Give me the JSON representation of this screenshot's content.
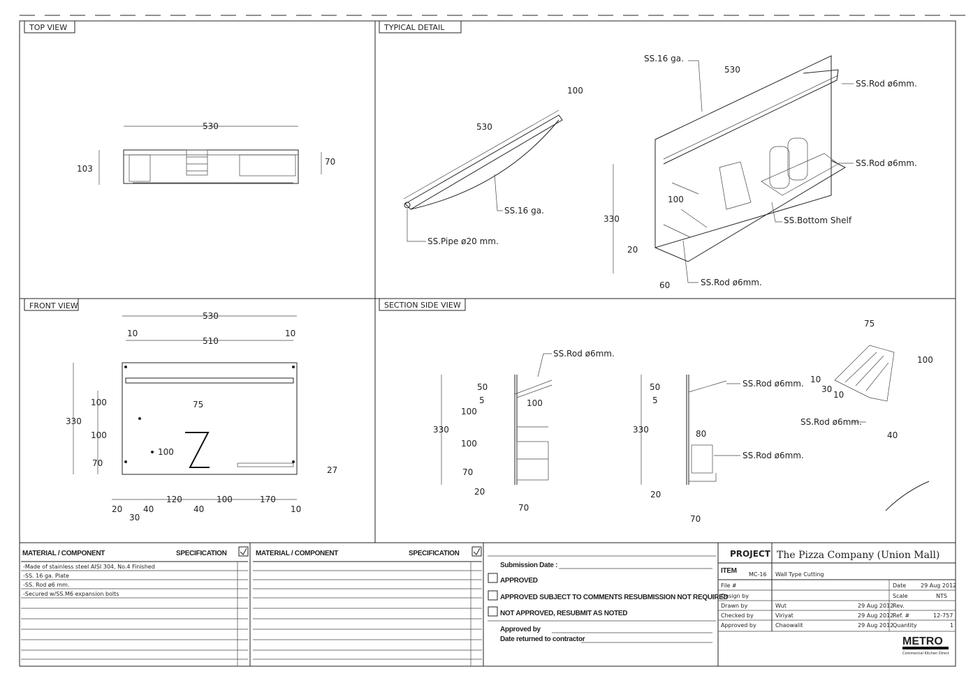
{
  "views": {
    "top": {
      "label": "TOP VIEW",
      "dims": [
        "530",
        "103",
        "70"
      ]
    },
    "typical": {
      "label": "TYPICAL DETAIL",
      "left": {
        "dims": [
          "530",
          "100"
        ],
        "notes": [
          "SS.16 ga.",
          "SS.Pipe ø20 mm."
        ]
      },
      "right": {
        "dims": [
          "530",
          "330",
          "100",
          "20",
          "60"
        ],
        "notes": [
          "SS.16 ga.",
          "SS.Rod ø6mm.",
          "SS.Rod ø6mm.",
          "SS.Bottom Shelf",
          "SS.Rod ø6mm."
        ]
      }
    },
    "front": {
      "label": "FRONT VIEW",
      "dims": [
        "530",
        "10",
        "510",
        "10",
        "330",
        "100",
        "100",
        "70",
        "75",
        "100",
        "27",
        "20",
        "30",
        "40",
        "120",
        "40",
        "100",
        "170",
        "10"
      ]
    },
    "section": {
      "label": "SECTION SIDE VIEW",
      "a": {
        "dims": [
          "330",
          "50",
          "5",
          "100",
          "100",
          "100",
          "70",
          "20",
          "70"
        ],
        "note": "SS.Rod ø6mm."
      },
      "b": {
        "dims": [
          "330",
          "50",
          "5",
          "80",
          "20",
          "70"
        ],
        "notes": [
          "SS.Rod ø6mm.",
          "SS.Rod ø6mm."
        ]
      },
      "c": {
        "dims": [
          "75",
          "100",
          "10",
          "30",
          "10",
          "40"
        ],
        "note": "SS.Rod ø6mm."
      }
    }
  },
  "materials": {
    "header": {
      "material": "MATERIAL / COMPONENT",
      "spec": "SPECIFICATION"
    },
    "rows": [
      "-Made of stainless steel AISI 304, No.4 Finished",
      "-SS. 16 ga. Plate",
      "-SS. Rod ø6 mm.",
      "-Secured w/SS.M6 expansion bolts"
    ]
  },
  "materials2": {
    "header": {
      "material": "MATERIAL / COMPONENT",
      "spec": "SPECIFICATION"
    }
  },
  "approval": {
    "submission": "Submission Date :",
    "options": [
      "APPROVED",
      "APPROVED SUBJECT TO COMMENTS RESUBMISSION NOT REQUIRED",
      "NOT APPROVED, RESUBMIT AS NOTED"
    ],
    "approved_by": "Approved by",
    "date_returned": "Date returned to contractor"
  },
  "title_block": {
    "project_label": "PROJECT",
    "project": "The Pizza Company (Union Mall)",
    "item_label": "ITEM",
    "item_code": "MC-16",
    "item": "Wall Type Cutting",
    "rows": [
      {
        "label": "File #",
        "name": "",
        "date": "",
        "k": "Date",
        "v": "29 Aug 2012"
      },
      {
        "label": "Design by",
        "name": "",
        "date": "",
        "k": "Scale",
        "v": "NTS"
      },
      {
        "label": "Drawn by",
        "name": "Wut",
        "date": "29 Aug 2012",
        "k": "Rev.",
        "v": ""
      },
      {
        "label": "Checked by",
        "name": "Viriyat",
        "date": "29 Aug 2012",
        "k": "Ref. #",
        "v": "12-757"
      },
      {
        "label": "Approved by",
        "name": "Chaowalit",
        "date": "29 Aug 2012",
        "k": "Quantity",
        "v": "1"
      }
    ],
    "logo": "METRO",
    "logo_sub": "Commercial Kitchen Direct"
  }
}
